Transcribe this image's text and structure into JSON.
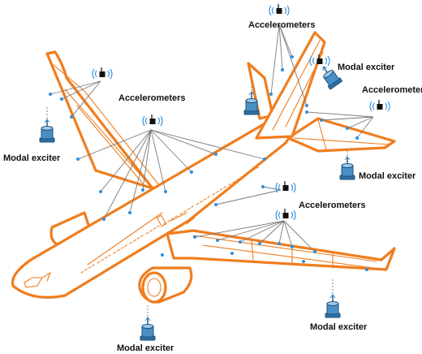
{
  "labels": {
    "accel_top": "Accelerometers",
    "accel_left": "Accelerometers",
    "accel_right": "Accelerometers",
    "accel_lower": "Accelerometers",
    "exciter_left": "Modal exciter",
    "exciter_tail": "Modal exciter",
    "exciter_stab": "Modal exciter",
    "exciter_engine": "Modal exciter",
    "exciter_wing": "Modal exciter"
  },
  "icons": {
    "accelerometer": "accelerometer-icon",
    "exciter": "modal-exciter-icon"
  },
  "colors": {
    "airframe_outline": "#f07d1e",
    "sensor_points": "#2d8fe0",
    "leader_lines": "#7a7a7a",
    "exciter": "#4a8fc4"
  }
}
